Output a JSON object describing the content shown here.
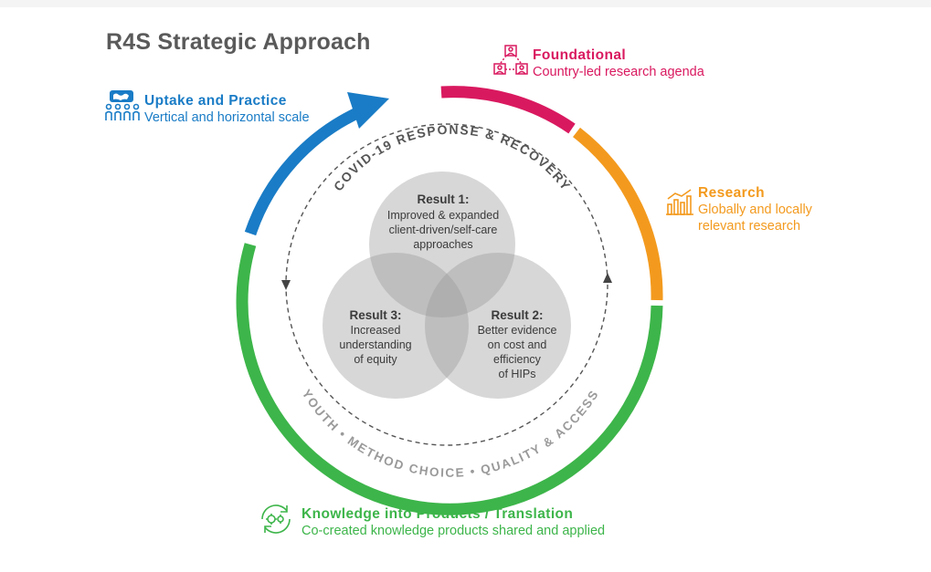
{
  "title": "R4S Strategic Approach",
  "uptake": {
    "heading": "Uptake and Practice",
    "sub": "Vertical and horizontal scale",
    "icon": "people-map-icon",
    "color": "#1a7cc6"
  },
  "foundational": {
    "heading": "Foundational",
    "sub": "Country-led research agenda",
    "icon": "network-people-icon",
    "color": "#d9195f"
  },
  "research": {
    "heading": "Research",
    "sub_line1": "Globally and locally",
    "sub_line2": "relevant research",
    "icon": "bar-chart-icon",
    "color": "#f39a1e"
  },
  "knowledge": {
    "heading": "Knowledge into Products / Translation",
    "sub": "Co-created knowledge products shared and applied",
    "icon": "cycle-gears-icon",
    "color": "#3db54a"
  },
  "arc_top": "COVID-19 RESPONSE & RECOVERY",
  "arc_bottom": "YOUTH • METHOD CHOICE • QUALITY & ACCESS",
  "results": [
    {
      "title": "Result 1:",
      "lines": [
        "Improved & expanded",
        "client-driven/self-care",
        "approaches"
      ]
    },
    {
      "title": "Result 2:",
      "lines": [
        "Better evidence",
        "on cost and",
        "efficiency",
        "of HIPs"
      ]
    },
    {
      "title": "Result 3:",
      "lines": [
        "Increased",
        "understanding",
        "of equity"
      ]
    }
  ]
}
